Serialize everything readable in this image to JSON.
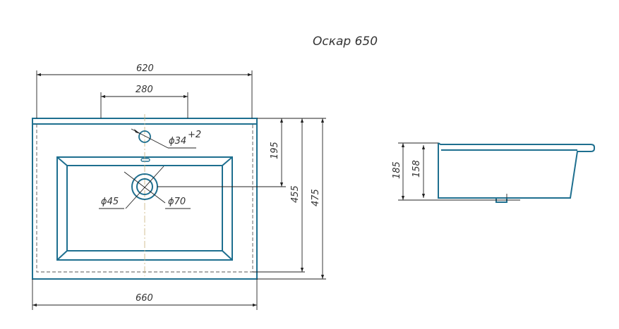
{
  "title": "Оскар 650",
  "dimensions": {
    "overall_width_top": "620",
    "tap_span": "280",
    "overall_width_bottom": "660",
    "bowl_center_offset": "195",
    "inner_depth": "455",
    "overall_depth": "475",
    "tap_hole": "ϕ34",
    "tap_hole_tolerance": "+2",
    "drain_inner": "ϕ45",
    "drain_outer": "ϕ70",
    "side_height_total": "185",
    "side_height_bowl": "158"
  },
  "colors": {
    "outline": "#1e6f8f",
    "dimension": "#222222",
    "centerline": "#c9b27a"
  }
}
